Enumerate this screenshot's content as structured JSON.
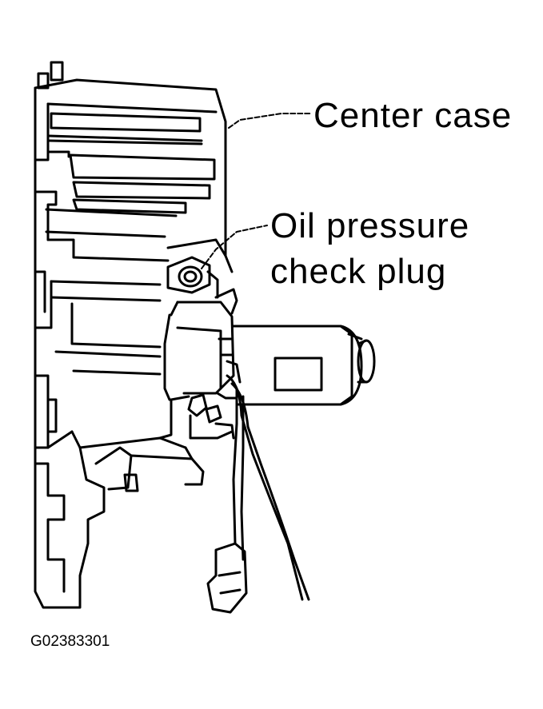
{
  "labels": {
    "center_case": "Center case",
    "oil_pressure_line1": "Oil pressure",
    "oil_pressure_line2": "check plug"
  },
  "figure_code": "G02383301",
  "colors": {
    "ink": "#000000",
    "paper": "#ffffff"
  }
}
